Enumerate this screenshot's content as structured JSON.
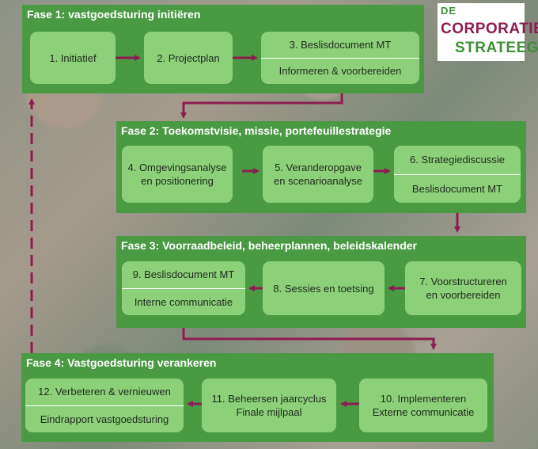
{
  "phases": [
    {
      "title": "Fase 1: vastgoedsturing initiëren",
      "steps": [
        {
          "label": "1. Initiatief"
        },
        {
          "label": "2. Projectplan"
        },
        {
          "top": "3. Beslisdocument MT",
          "bottom": "Informeren & voorbereiden"
        }
      ]
    },
    {
      "title": "Fase 2: Toekomstvisie, missie, portefeuillestrategie",
      "steps": [
        {
          "label": "4. Omgevingsanalyse\nen positionering"
        },
        {
          "label": "5. Veranderopgave\nen scenarioanalyse"
        },
        {
          "top": "6. Strategiediscussie",
          "bottom": "Beslisdocument MT"
        }
      ]
    },
    {
      "title": "Fase 3: Voorraadbeleid, beheerplannen, beleidskalender",
      "steps": [
        {
          "top": "9. Beslisdocument MT",
          "bottom": "Interne communicatie"
        },
        {
          "label": "8. Sessies en toetsing"
        },
        {
          "label": "7. Voorstructureren\nen voorbereiden"
        }
      ]
    },
    {
      "title": "Fase 4: Vastgoedsturing verankeren",
      "steps": [
        {
          "top": "12. Verbeteren & vernieuwen",
          "bottom": "Eindrapport vastgoedsturing"
        },
        {
          "label": "11. Beheersen jaarcyclus\nFinale mijlpaal"
        },
        {
          "label": "10. Implementeren\nExterne communicatie"
        }
      ]
    }
  ],
  "logo": {
    "prefix": "DE",
    "line1": "CORPORATIE",
    "line2": "STRATEEG"
  },
  "colors": {
    "phase_bg": "#4a9a43",
    "step_bg": "#8cd07a",
    "arrow": "#8e1c52",
    "logo_green": "#3f8f36",
    "logo_magenta": "#8e1c52"
  }
}
